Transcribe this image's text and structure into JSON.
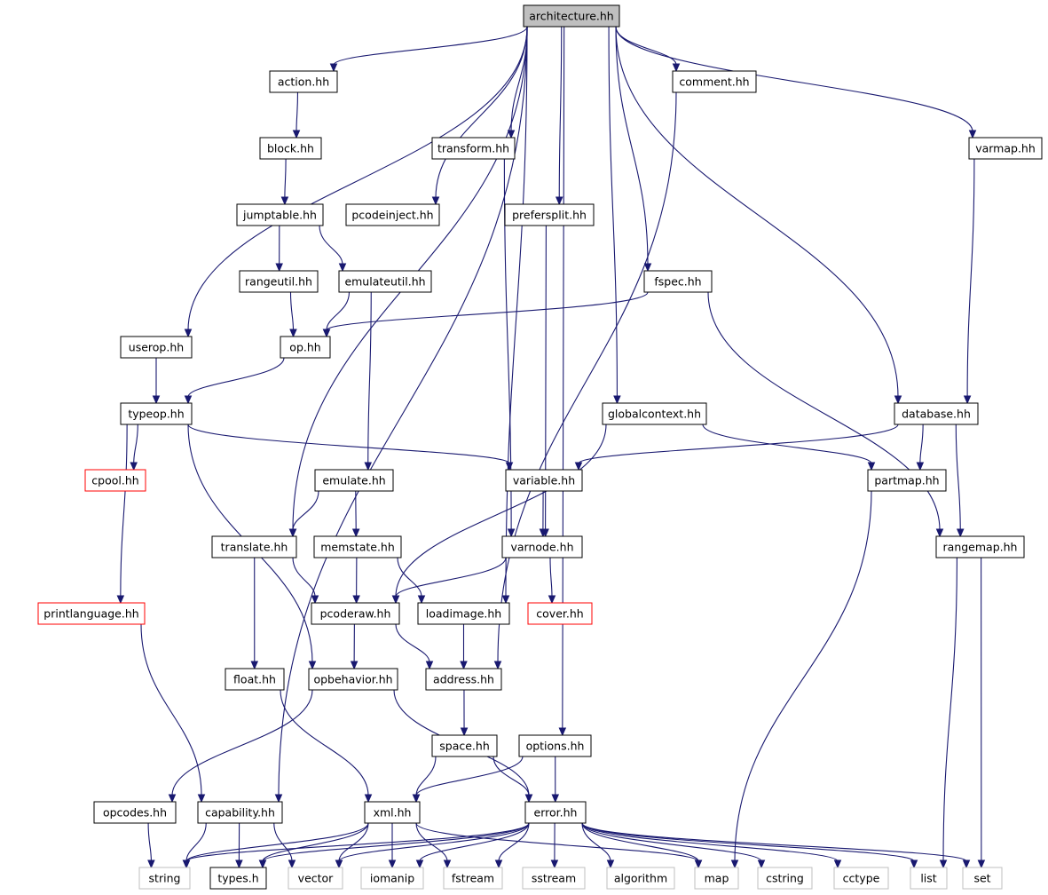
{
  "colors": {
    "edge": "#191970",
    "node_border": "#000000",
    "root_fill": "#bfbfbf",
    "incomplete_border": "#ff0000",
    "system_border": "#bfbfbf"
  },
  "nodes": [
    {
      "id": "architecture",
      "label": "architecture.hh",
      "kind": "root"
    },
    {
      "id": "action",
      "label": "action.hh",
      "kind": "normal"
    },
    {
      "id": "comment",
      "label": "comment.hh",
      "kind": "normal"
    },
    {
      "id": "block",
      "label": "block.hh",
      "kind": "normal"
    },
    {
      "id": "transform",
      "label": "transform.hh",
      "kind": "normal"
    },
    {
      "id": "varmap",
      "label": "varmap.hh",
      "kind": "normal"
    },
    {
      "id": "jumptable",
      "label": "jumptable.hh",
      "kind": "normal"
    },
    {
      "id": "pcodeinject",
      "label": "pcodeinject.hh",
      "kind": "normal"
    },
    {
      "id": "prefersplit",
      "label": "prefersplit.hh",
      "kind": "normal"
    },
    {
      "id": "rangeutil",
      "label": "rangeutil.hh",
      "kind": "normal"
    },
    {
      "id": "emulateutil",
      "label": "emulateutil.hh",
      "kind": "normal"
    },
    {
      "id": "fspec",
      "label": "fspec.hh",
      "kind": "normal"
    },
    {
      "id": "userop",
      "label": "userop.hh",
      "kind": "normal"
    },
    {
      "id": "op",
      "label": "op.hh",
      "kind": "normal"
    },
    {
      "id": "typeop",
      "label": "typeop.hh",
      "kind": "normal"
    },
    {
      "id": "globalcontext",
      "label": "globalcontext.hh",
      "kind": "normal"
    },
    {
      "id": "database",
      "label": "database.hh",
      "kind": "normal"
    },
    {
      "id": "cpool",
      "label": "cpool.hh",
      "kind": "red"
    },
    {
      "id": "emulate",
      "label": "emulate.hh",
      "kind": "normal"
    },
    {
      "id": "variable",
      "label": "variable.hh",
      "kind": "normal"
    },
    {
      "id": "partmap",
      "label": "partmap.hh",
      "kind": "normal"
    },
    {
      "id": "translate",
      "label": "translate.hh",
      "kind": "normal"
    },
    {
      "id": "memstate",
      "label": "memstate.hh",
      "kind": "normal"
    },
    {
      "id": "varnode",
      "label": "varnode.hh",
      "kind": "normal"
    },
    {
      "id": "rangemap",
      "label": "rangemap.hh",
      "kind": "normal"
    },
    {
      "id": "printlanguage",
      "label": "printlanguage.hh",
      "kind": "red"
    },
    {
      "id": "pcoderaw",
      "label": "pcoderaw.hh",
      "kind": "normal"
    },
    {
      "id": "loadimage",
      "label": "loadimage.hh",
      "kind": "normal"
    },
    {
      "id": "cover",
      "label": "cover.hh",
      "kind": "red"
    },
    {
      "id": "float",
      "label": "float.hh",
      "kind": "normal"
    },
    {
      "id": "opbehavior",
      "label": "opbehavior.hh",
      "kind": "normal"
    },
    {
      "id": "address",
      "label": "address.hh",
      "kind": "normal"
    },
    {
      "id": "space",
      "label": "space.hh",
      "kind": "normal"
    },
    {
      "id": "options",
      "label": "options.hh",
      "kind": "normal"
    },
    {
      "id": "opcodes",
      "label": "opcodes.hh",
      "kind": "normal"
    },
    {
      "id": "capability",
      "label": "capability.hh",
      "kind": "normal"
    },
    {
      "id": "xml",
      "label": "xml.hh",
      "kind": "normal"
    },
    {
      "id": "error",
      "label": "error.hh",
      "kind": "normal"
    },
    {
      "id": "string",
      "label": "string",
      "kind": "gray"
    },
    {
      "id": "types",
      "label": "types.h",
      "kind": "normal"
    },
    {
      "id": "vector",
      "label": "vector",
      "kind": "gray"
    },
    {
      "id": "iomanip",
      "label": "iomanip",
      "kind": "gray"
    },
    {
      "id": "fstream",
      "label": "fstream",
      "kind": "gray"
    },
    {
      "id": "sstream",
      "label": "sstream",
      "kind": "gray"
    },
    {
      "id": "algorithm",
      "label": "algorithm",
      "kind": "gray"
    },
    {
      "id": "map",
      "label": "map",
      "kind": "gray"
    },
    {
      "id": "cstring",
      "label": "cstring",
      "kind": "gray"
    },
    {
      "id": "cctype",
      "label": "cctype",
      "kind": "gray"
    },
    {
      "id": "list",
      "label": "list",
      "kind": "gray"
    },
    {
      "id": "set",
      "label": "set",
      "kind": "gray"
    }
  ],
  "edges": [
    [
      "architecture",
      "action"
    ],
    [
      "architecture",
      "comment"
    ],
    [
      "architecture",
      "transform"
    ],
    [
      "architecture",
      "varmap"
    ],
    [
      "architecture",
      "pcodeinject"
    ],
    [
      "architecture",
      "prefersplit"
    ],
    [
      "architecture",
      "fspec"
    ],
    [
      "architecture",
      "userop"
    ],
    [
      "architecture",
      "globalcontext"
    ],
    [
      "architecture",
      "database"
    ],
    [
      "architecture",
      "translate"
    ],
    [
      "architecture",
      "loadimage"
    ],
    [
      "architecture",
      "options"
    ],
    [
      "architecture",
      "capability"
    ],
    [
      "action",
      "block"
    ],
    [
      "block",
      "jumptable"
    ],
    [
      "jumptable",
      "rangeutil"
    ],
    [
      "jumptable",
      "emulateutil"
    ],
    [
      "rangeutil",
      "op"
    ],
    [
      "emulateutil",
      "op"
    ],
    [
      "emulateutil",
      "emulate"
    ],
    [
      "fspec",
      "op"
    ],
    [
      "fspec",
      "rangemap"
    ],
    [
      "userop",
      "typeop"
    ],
    [
      "op",
      "typeop"
    ],
    [
      "typeop",
      "cpool"
    ],
    [
      "typeop",
      "printlanguage"
    ],
    [
      "typeop",
      "variable"
    ],
    [
      "typeop",
      "opbehavior"
    ],
    [
      "comment",
      "address"
    ],
    [
      "transform",
      "varnode"
    ],
    [
      "prefersplit",
      "varnode"
    ],
    [
      "varmap",
      "database"
    ],
    [
      "globalcontext",
      "partmap"
    ],
    [
      "globalcontext",
      "pcoderaw"
    ],
    [
      "database",
      "variable"
    ],
    [
      "database",
      "partmap"
    ],
    [
      "database",
      "rangemap"
    ],
    [
      "emulate",
      "translate"
    ],
    [
      "emulate",
      "memstate"
    ],
    [
      "variable",
      "varnode"
    ],
    [
      "partmap",
      "map"
    ],
    [
      "translate",
      "pcoderaw"
    ],
    [
      "translate",
      "float"
    ],
    [
      "memstate",
      "pcoderaw"
    ],
    [
      "memstate",
      "loadimage"
    ],
    [
      "varnode",
      "pcoderaw"
    ],
    [
      "varnode",
      "cover"
    ],
    [
      "rangemap",
      "list"
    ],
    [
      "rangemap",
      "set"
    ],
    [
      "printlanguage",
      "capability"
    ],
    [
      "pcoderaw",
      "opbehavior"
    ],
    [
      "pcoderaw",
      "address"
    ],
    [
      "loadimage",
      "address"
    ],
    [
      "float",
      "xml"
    ],
    [
      "opbehavior",
      "opcodes"
    ],
    [
      "opbehavior",
      "error"
    ],
    [
      "address",
      "space"
    ],
    [
      "space",
      "xml"
    ],
    [
      "space",
      "error"
    ],
    [
      "options",
      "xml"
    ],
    [
      "options",
      "error"
    ],
    [
      "opcodes",
      "string"
    ],
    [
      "capability",
      "string"
    ],
    [
      "capability",
      "types"
    ],
    [
      "capability",
      "vector"
    ],
    [
      "xml",
      "string"
    ],
    [
      "xml",
      "types"
    ],
    [
      "xml",
      "vector"
    ],
    [
      "xml",
      "iomanip"
    ],
    [
      "xml",
      "fstream"
    ],
    [
      "xml",
      "map"
    ],
    [
      "error",
      "string"
    ],
    [
      "error",
      "types"
    ],
    [
      "error",
      "vector"
    ],
    [
      "error",
      "iomanip"
    ],
    [
      "error",
      "fstream"
    ],
    [
      "error",
      "sstream"
    ],
    [
      "error",
      "algorithm"
    ],
    [
      "error",
      "map"
    ],
    [
      "error",
      "cstring"
    ],
    [
      "error",
      "cctype"
    ],
    [
      "error",
      "list"
    ],
    [
      "error",
      "set"
    ]
  ]
}
